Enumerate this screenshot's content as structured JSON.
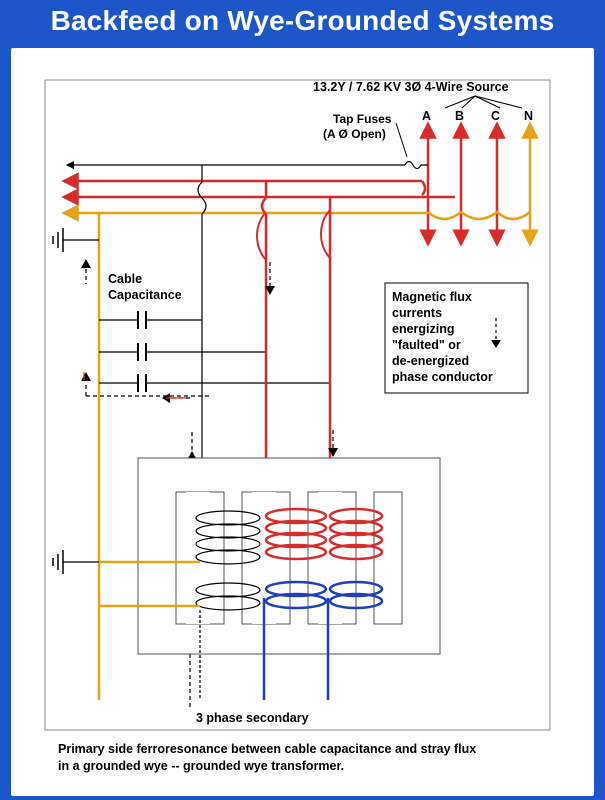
{
  "title": "Backfeed on Wye-Grounded Systems",
  "source_label": "13.2Y / 7.62 KV  3Ø  4-Wire Source",
  "tap_fuses": [
    "Tap Fuses",
    "(A Ø Open)"
  ],
  "phases": [
    "A",
    "B",
    "C",
    "N"
  ],
  "cable_capacitance": [
    "Cable",
    "Capacitance"
  ],
  "legend": [
    "Magnetic flux",
    "currents",
    "energizing",
    "\"faulted\" or",
    "de-energized",
    "phase conductor"
  ],
  "secondary_label": "3 phase secondary",
  "caption": [
    "Primary side ferroresonance between cable capacitance and stray flux",
    "in a grounded wye -- grounded wye transformer."
  ],
  "colors": {
    "background": "#1d56c8",
    "energized_phase": "#d92b2b",
    "neutral": "#e8a217",
    "open_phase": "#000000",
    "secondary": "#1f3fbf"
  }
}
